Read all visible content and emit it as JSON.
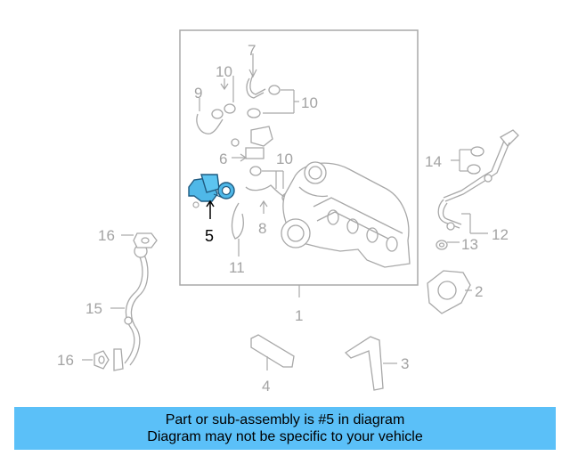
{
  "callouts": {
    "c1": "1",
    "c2": "2",
    "c3": "3",
    "c4": "4",
    "c5": "5",
    "c6": "6",
    "c7": "7",
    "c8": "8",
    "c9": "9",
    "c10a": "10",
    "c10b": "10",
    "c10c": "10",
    "c11": "11",
    "c12": "12",
    "c13": "13",
    "c14": "14",
    "c15": "15",
    "c16a": "16",
    "c16b": "16"
  },
  "highlight": {
    "part_number": "5",
    "color": "#4fb8e8"
  },
  "banner": {
    "line1": "Part or sub-assembly is #5 in diagram",
    "line2": "Diagram may not be specific to your vehicle",
    "color": "#5bc0f8"
  }
}
